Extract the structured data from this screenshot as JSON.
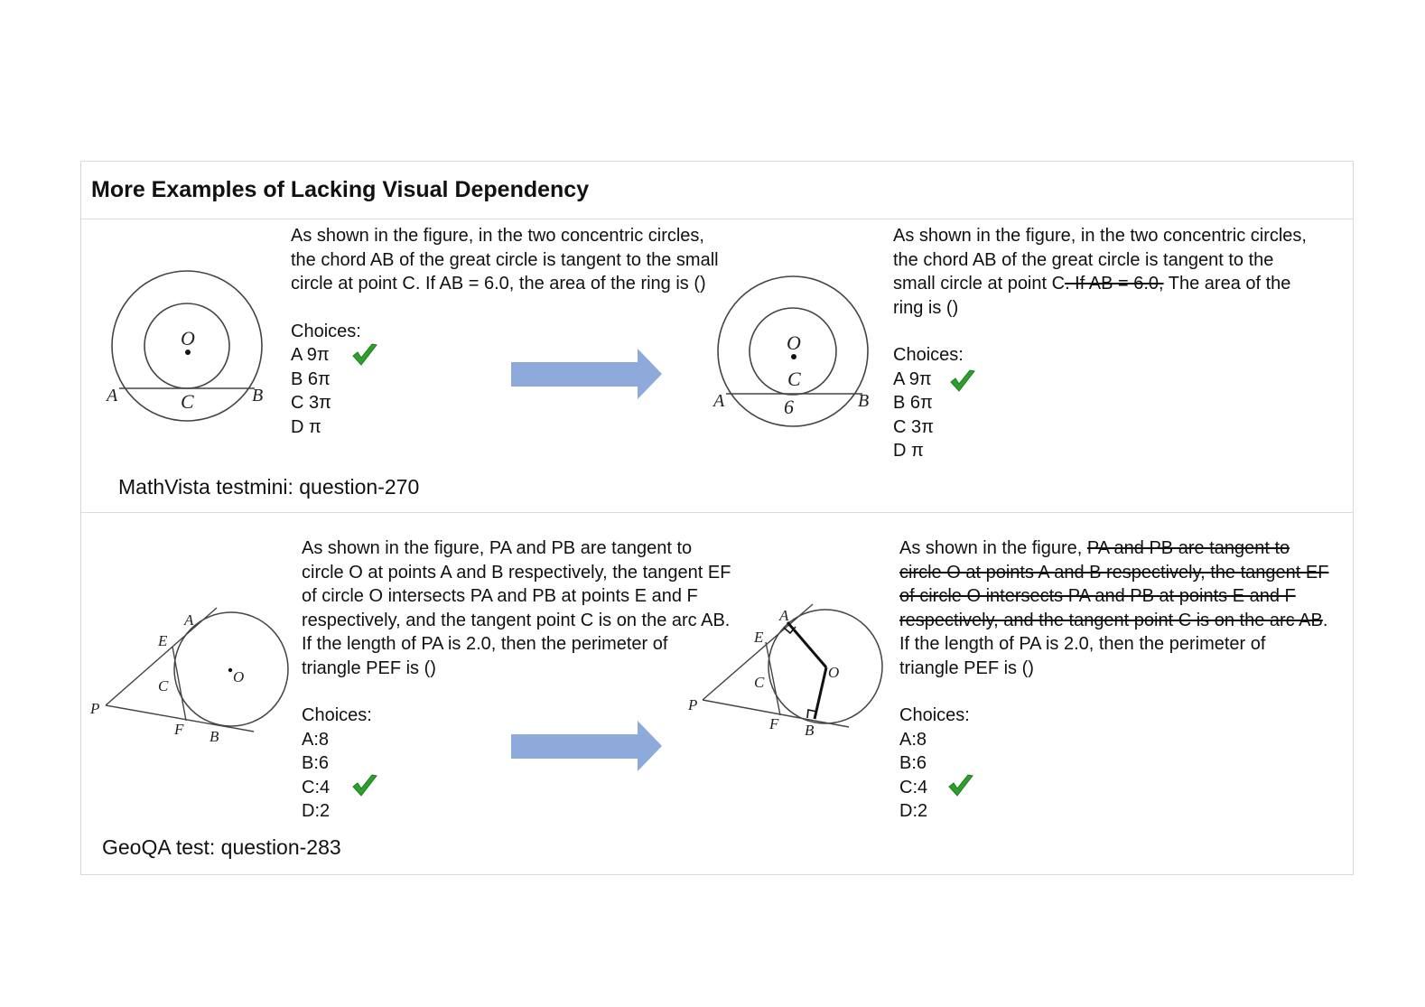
{
  "title": "More Examples of Lacking Visual Dependency",
  "accent": {
    "arrow": "#8eaadb",
    "check": "#2ca02c"
  },
  "ex1": {
    "source": "MathVista testmini: question-270",
    "orig": {
      "q1": "As shown in the figure, in the two concentric circles,",
      "q2": "the chord AB of the great circle is tangent to the small",
      "q3": "circle at point C. If AB = 6.0, the area of the ring is ()"
    },
    "mod": {
      "q1": "As shown in the figure, in the two concentric circles,",
      "q2": "the chord AB of the great circle is tangent to the",
      "q3a": "small circle at point C",
      "q3b": ". If AB = 6.0,",
      "q3c": " The area of the",
      "q4": "ring is ()"
    },
    "choices_label": "Choices:",
    "choices": [
      "A 9π",
      "B 6π",
      "C 3π",
      "D π"
    ],
    "fig_orig_labels": {
      "o": "O",
      "a": "A",
      "b": "B",
      "c": "C"
    },
    "fig_mod_labels": {
      "o": "O",
      "a": "A",
      "b": "B",
      "c": "C",
      "six": "6"
    }
  },
  "ex2": {
    "source": "GeoQA test: question-283",
    "orig": {
      "q1": "As shown in the figure, PA and PB are tangent to",
      "q2": "circle O at points A and B respectively, the tangent EF",
      "q3": "of circle O intersects PA and PB at points E and F",
      "q4": "respectively, and the tangent point C is on the arc AB.",
      "q5": "If the length of PA is 2.0, then the perimeter of",
      "q6": "triangle PEF is ()"
    },
    "mod": {
      "q1a": "As shown in the figure, ",
      "q1b": "PA and PB are tangent to",
      "q2": "circle O at points A and B respectively, the tangent EF",
      "q3": "of circle O intersects PA and PB at points E and F",
      "q4a": "respectively, and the tangent point C is on the arc AB",
      "q4b": ".",
      "q5": "If the length of PA is 2.0, then the perimeter of",
      "q6": "triangle PEF is ()"
    },
    "choices_label": "Choices:",
    "choices": [
      "A:8",
      "B:6",
      "C:4",
      "D:2"
    ],
    "fig_orig_labels": {
      "p": "P",
      "a": "A",
      "b": "B",
      "e": "E",
      "f": "F",
      "c": "C",
      "o": "O"
    },
    "fig_mod_labels": {
      "p": "P",
      "a": "A",
      "b": "B",
      "e": "E",
      "f": "F",
      "c": "C",
      "o": "O"
    }
  }
}
